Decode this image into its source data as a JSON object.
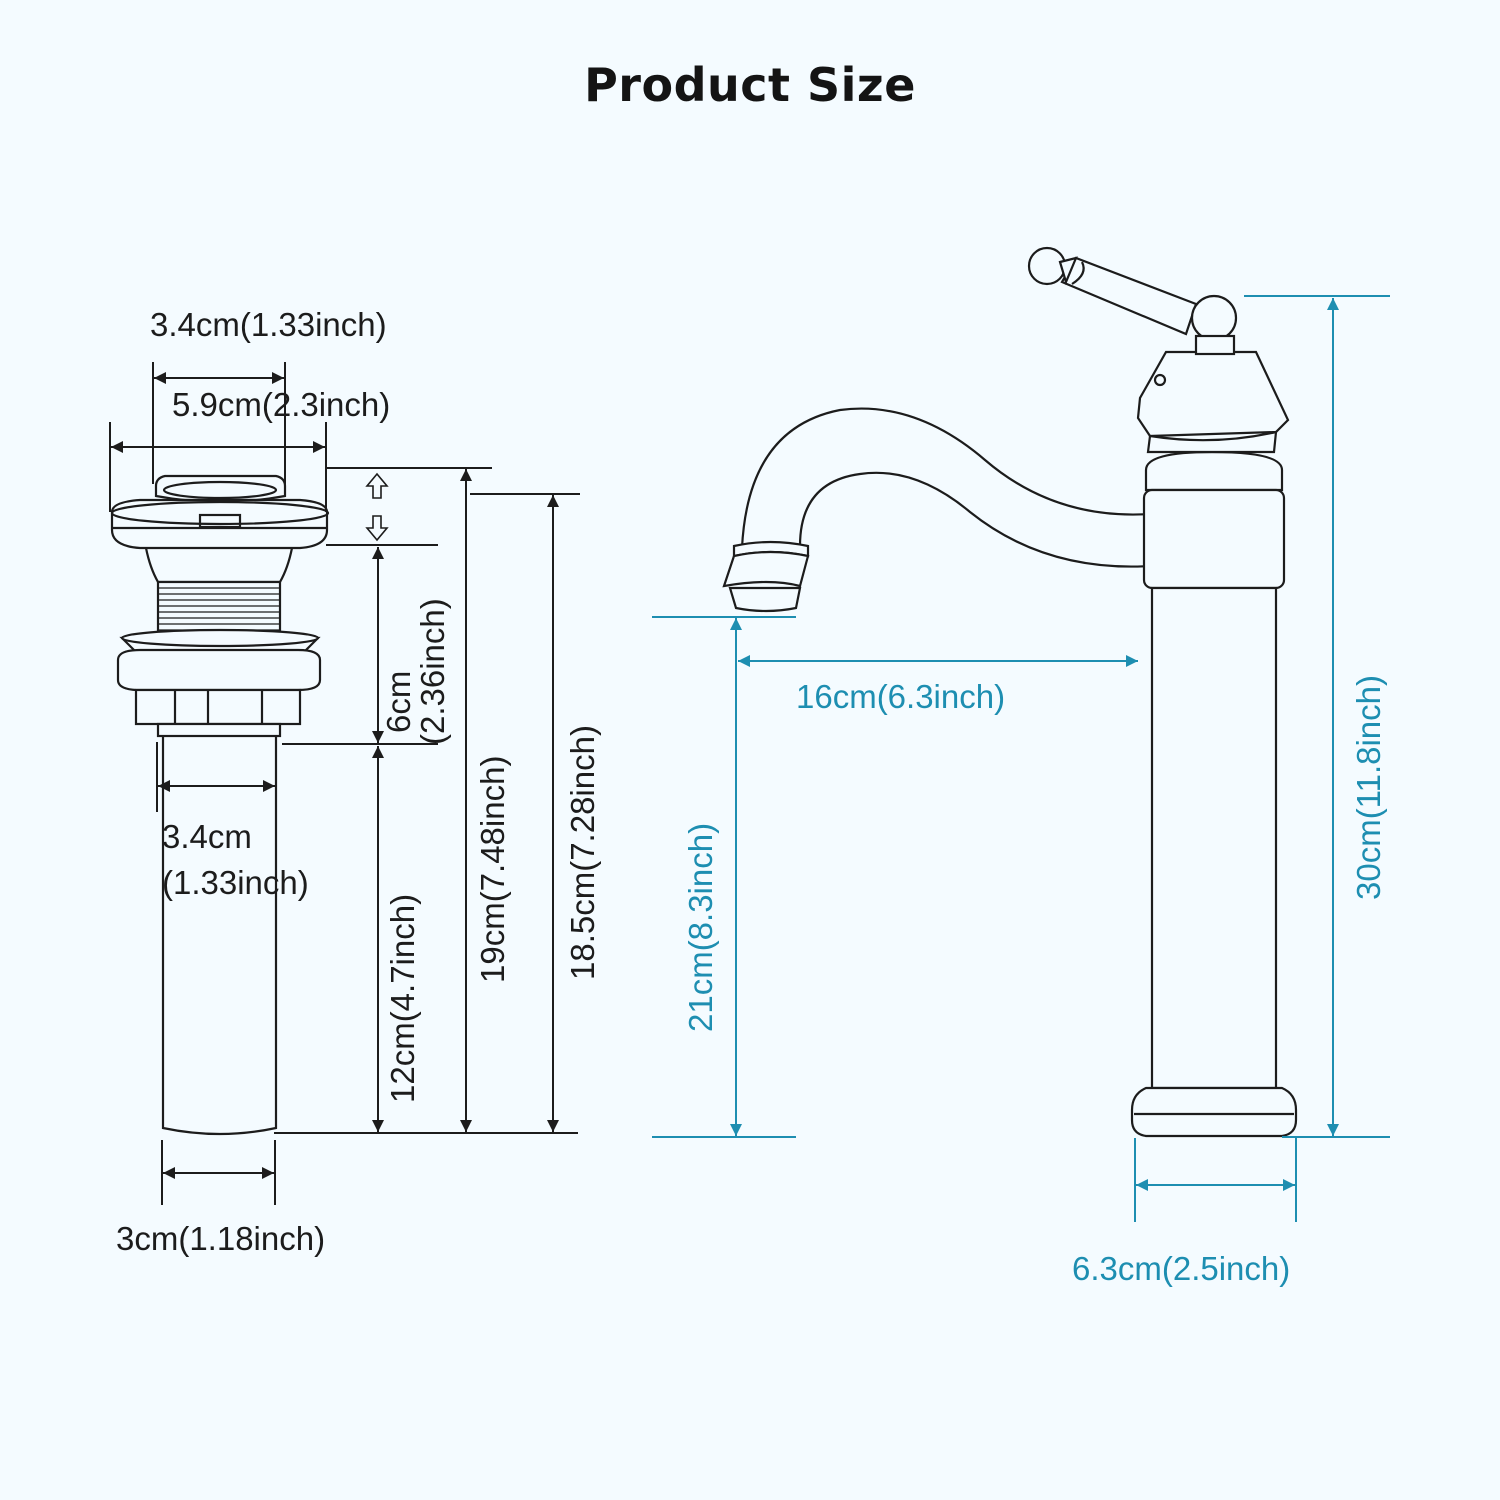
{
  "header": {
    "title": "Product Size"
  },
  "colors": {
    "ink": "#1c1c1c",
    "accent": "#1d8eb1",
    "background": "#f4fbff"
  },
  "drain": {
    "top_inner_width": "3.4cm(1.33inch)",
    "flange_width": "5.9cm(2.3inch)",
    "pipe_outer_width_value": "3.4cm",
    "pipe_outer_width_unit": "(1.33inch)",
    "pipe_bottom_width": "3cm(1.18inch)",
    "thread_height_value": "6cm",
    "thread_height_unit": "(2.36inch)",
    "pipe_length": "12cm(4.7inch)",
    "total_height": "19cm(7.48inch)",
    "body_height": "18.5cm(7.28inch)"
  },
  "faucet": {
    "spout_reach": "16cm(6.3inch)",
    "spout_height": "21cm(8.3inch)",
    "total_height": "30cm(11.8inch)",
    "base_diameter": "6.3cm(2.5inch)"
  }
}
